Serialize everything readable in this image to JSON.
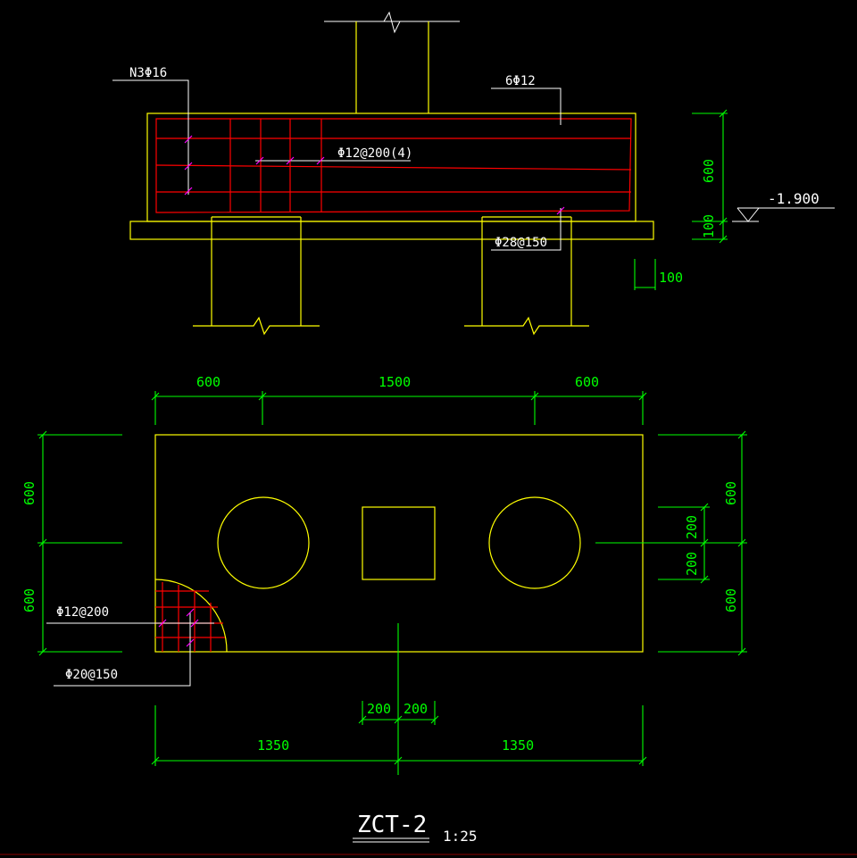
{
  "section": {
    "labels": {
      "top_bar": "N3Φ16",
      "long_bar": "6Φ12",
      "stirrup": "Φ12@200(4)",
      "bottom_bar": "Φ28@150"
    },
    "elevation": "-1.900",
    "dims": {
      "height": "600",
      "base": "100",
      "offset": "100"
    }
  },
  "plan": {
    "top_dims": [
      "600",
      "1500",
      "600"
    ],
    "left_dims": [
      "600",
      "600"
    ],
    "right_dims": [
      "600",
      "600"
    ],
    "right_inner_dims": [
      "200",
      "200"
    ],
    "bottom_inner_dims": [
      "200",
      "200"
    ],
    "bottom_dims": [
      "1350",
      "1350"
    ],
    "labels": {
      "mesh_top": "Φ12@200",
      "mesh_bottom": "Φ20@150"
    }
  },
  "title": {
    "name": "ZCT-2",
    "scale": "1:25"
  },
  "colors": {
    "outline": "#ffff00",
    "rebar": "#ff0000",
    "dimension": "#00ff00",
    "leader": "#ffffff",
    "tick": "#ff00ff",
    "background": "#000000"
  }
}
